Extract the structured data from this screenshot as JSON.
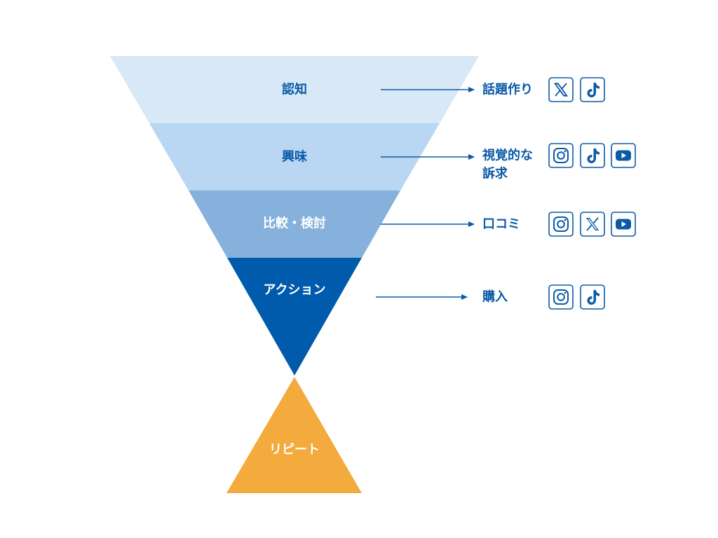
{
  "colors": {
    "awareness": "#d8e8f7",
    "interest": "#b9d6f2",
    "comparison": "#86b1dd",
    "action": "#005bac",
    "repeat": "#f2ab3c",
    "accent": "#0b5aa8",
    "label_dark": "#0b5aa8",
    "label_light": "#ffffff"
  },
  "funnel": {
    "stages": [
      {
        "label": "認知"
      },
      {
        "label": "興味"
      },
      {
        "label": "比較・検討"
      },
      {
        "label": "アクション"
      }
    ],
    "repeat_label": "リピート"
  },
  "actions": [
    {
      "lines": [
        "話題作り"
      ],
      "icons": [
        "x-icon",
        "tiktok-icon"
      ]
    },
    {
      "lines": [
        "視覚的な",
        "訴求"
      ],
      "icons": [
        "instagram-icon",
        "tiktok-icon",
        "youtube-icon"
      ]
    },
    {
      "lines": [
        "口コミ"
      ],
      "icons": [
        "instagram-icon",
        "x-icon",
        "youtube-icon"
      ]
    },
    {
      "lines": [
        "購入"
      ],
      "icons": [
        "instagram-icon",
        "tiktok-icon"
      ]
    }
  ]
}
